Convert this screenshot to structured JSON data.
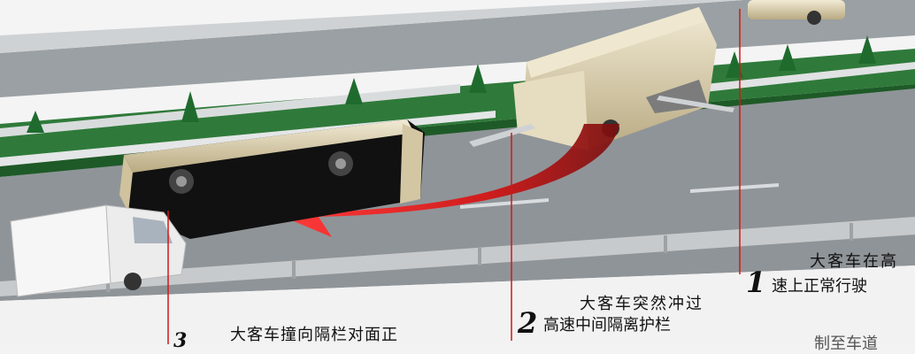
{
  "captions": {
    "step1_num": "1",
    "step1_line1": "大客车在高",
    "step1_line2": "速上正常行驶",
    "step2_num": "2",
    "step2_line1": "大客车突然冲过",
    "step2_line2": "高速中间隔离护栏",
    "step3_num": "3",
    "step3_line1": "大客车撞向隔栏对面正",
    "partial_bottom_right": "制至车道"
  },
  "colors": {
    "road": "#8f9498",
    "grass": "#2f7a3a",
    "bus_body": "#d8cba6",
    "arrow": "#d01818",
    "truck": "#f2f2f2"
  }
}
